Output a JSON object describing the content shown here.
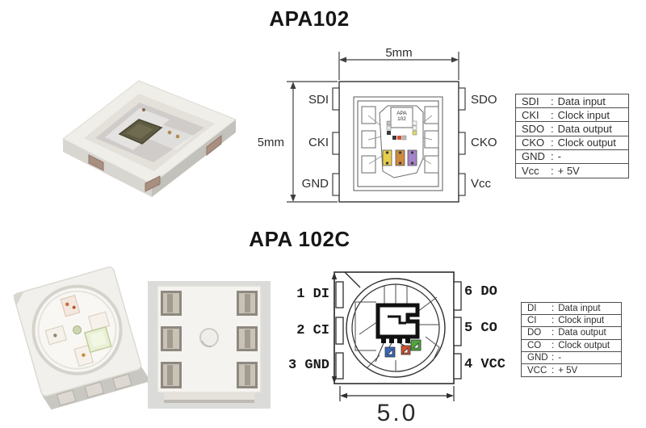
{
  "sep": ":",
  "apa102": {
    "title": "APA102",
    "dim_width": "5mm",
    "dim_height": "5mm",
    "chip_line1": "APA",
    "chip_line2": "102",
    "pins_left": [
      "SDI",
      "CKI",
      "GND"
    ],
    "pins_right": [
      "SDO",
      "CKO",
      "Vcc"
    ],
    "pin_table": [
      {
        "pin": "SDI",
        "desc": "Data input"
      },
      {
        "pin": "CKI",
        "desc": "Clock input"
      },
      {
        "pin": "SDO",
        "desc": "Data output"
      },
      {
        "pin": "CKO",
        "desc": "Clock output"
      },
      {
        "pin": "GND",
        "desc": "-"
      },
      {
        "pin": "Vcc",
        "desc": "+ 5V"
      }
    ]
  },
  "apa102c": {
    "title": "APA 102C",
    "dim_width": "5.0",
    "pins_left": [
      "1 DI",
      "2 CI",
      "3 GND"
    ],
    "pins_right": [
      "6 DO",
      "5 CO",
      "4 VCC"
    ],
    "pin_table": [
      {
        "pin": "DI",
        "desc": "Data input"
      },
      {
        "pin": "CI",
        "desc": "Clock input"
      },
      {
        "pin": "DO",
        "desc": "Data output"
      },
      {
        "pin": "CO",
        "desc": "Clock output"
      },
      {
        "pin": "GND",
        "desc": "-"
      },
      {
        "pin": "VCC",
        "desc": "+ 5V"
      }
    ]
  },
  "colors": {
    "line": "#3f3f3f",
    "die_yellow": "#e8cf4a",
    "die_orange": "#cf8a3e",
    "die_purple": "#a583c9",
    "die_blue": "#3a66bb",
    "die_red": "#d4512e",
    "die_green": "#4ea53c"
  }
}
